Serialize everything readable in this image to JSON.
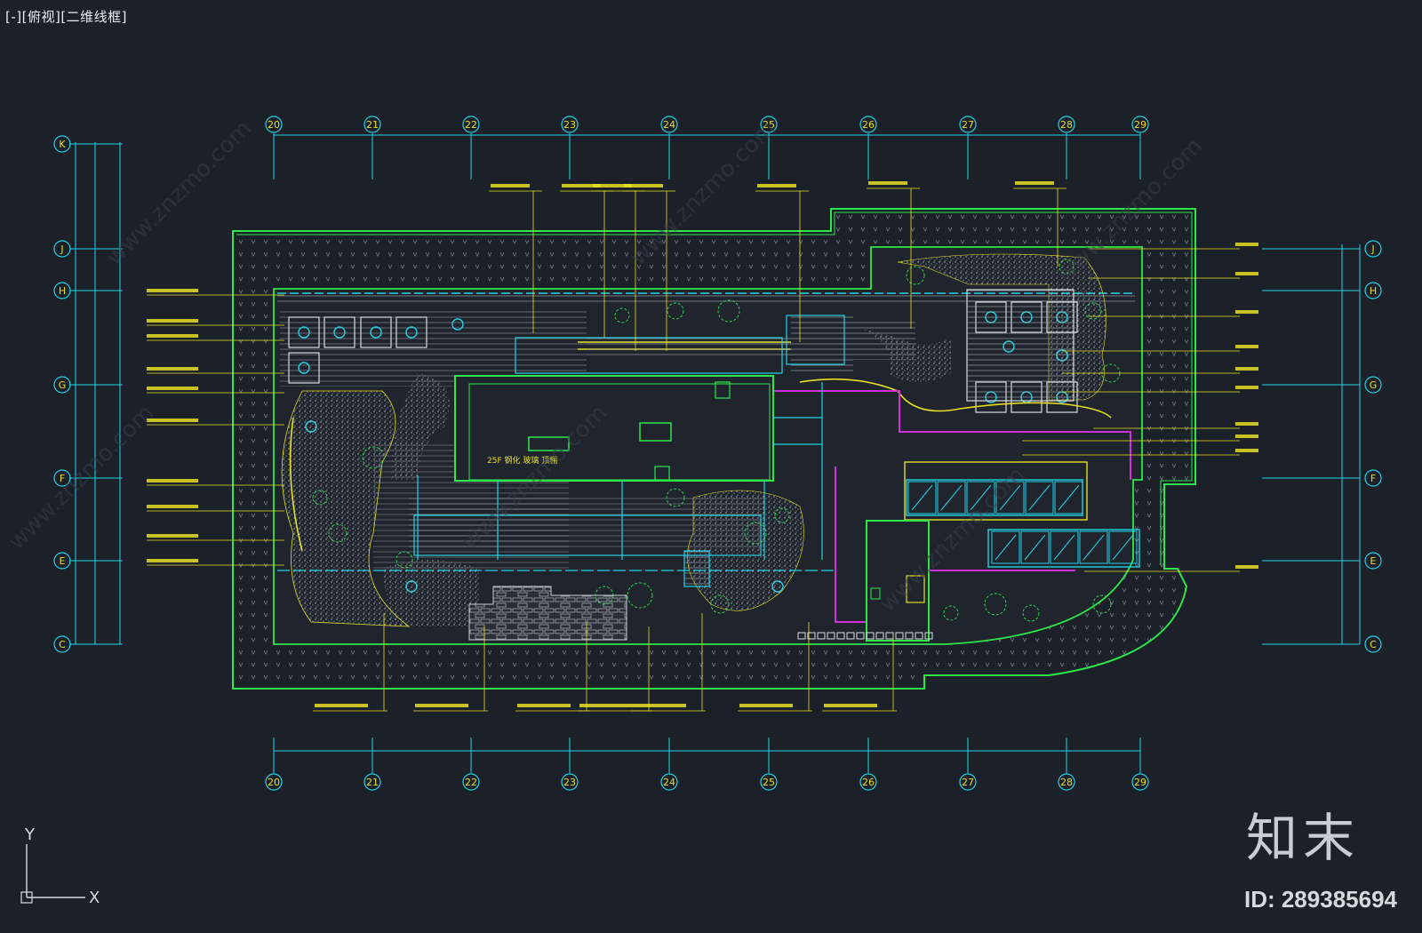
{
  "viewport": {
    "label": "[-][俯视][二维线框]"
  },
  "grid": {
    "columns": [
      "20",
      "21",
      "22",
      "23",
      "24",
      "25",
      "26",
      "27",
      "28",
      "29"
    ],
    "rows_left": [
      "K",
      "J",
      "H",
      "G",
      "F",
      "E",
      "C"
    ],
    "rows_right": [
      "J",
      "H",
      "G",
      "F",
      "E",
      "C"
    ]
  },
  "plan": {
    "building_note": "25F 钢化 玻璃 顶棚"
  },
  "ucs": {
    "x_label": "X",
    "y_label": "Y"
  },
  "watermark": {
    "logo": "知末",
    "id": "ID: 289385694"
  },
  "colors": {
    "background": "#1b2029",
    "cyan": "#22d3e6",
    "green": "#2ee84a",
    "yellow": "#e6e021",
    "magenta": "#d12fd8",
    "white": "#d8dce3"
  }
}
